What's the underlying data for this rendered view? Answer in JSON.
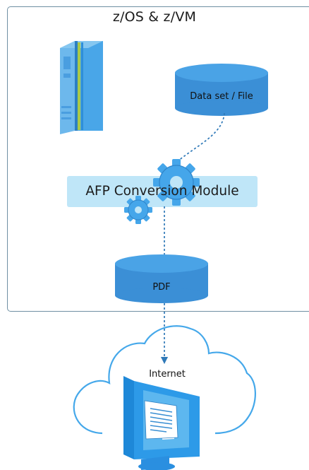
{
  "title": "z/OS & z/VM",
  "module_label": "AFP Conversion Module",
  "dataset_label": "Data set / File",
  "pdf_label": "PDF",
  "internet_label": "Internet",
  "colors": {
    "cylinder": "#3b8fd6",
    "cylinder_top": "#4aa3e6",
    "band": "#bfe6f8",
    "gear": "#45a6ea",
    "cloud_stroke": "#45a8ea",
    "dotted": "#2f79b8",
    "frame": "#6f8fa3"
  }
}
